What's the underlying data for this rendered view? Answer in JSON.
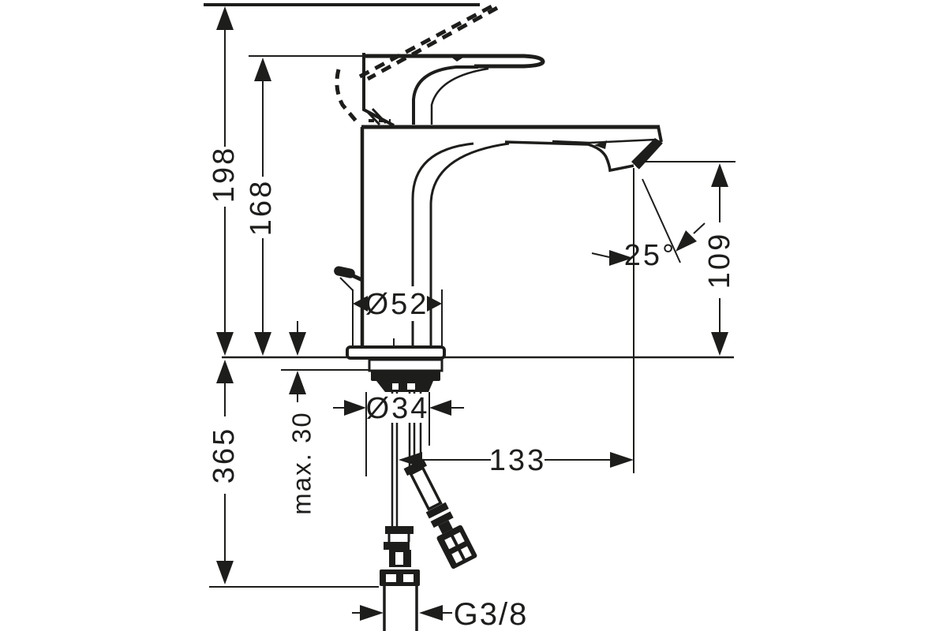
{
  "drawing": {
    "background_color": "#ffffff",
    "line_color": "#1d1d1b",
    "dimensions": {
      "overall_height": "198",
      "lever_height": "168",
      "hose_length_below_deck": "365",
      "max_deck_thickness": "max. 30",
      "base_diameter": "Ø52",
      "shank_diameter": "Ø34",
      "spout_reach": "133",
      "outlet_height": "109",
      "outlet_angle": "25°",
      "supply_connection": "G3/8"
    }
  }
}
